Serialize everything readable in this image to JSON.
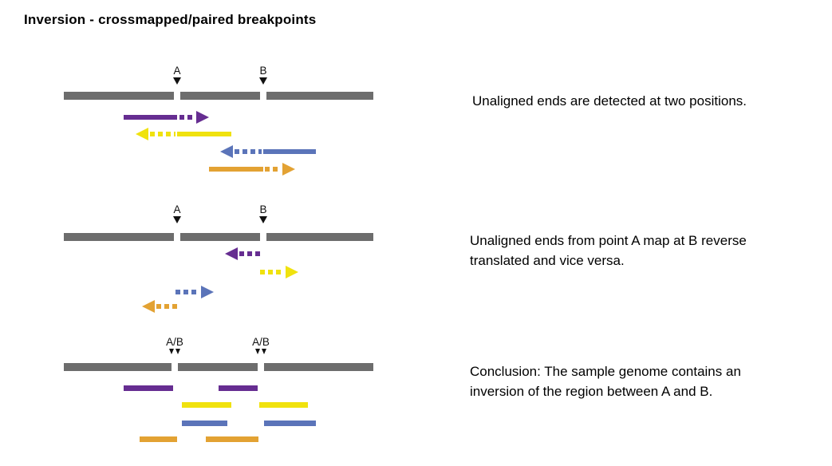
{
  "title": "Inversion - crossmapped/paired breakpoints",
  "colors": {
    "reference_gray": "#6d6d6d",
    "purple": "#662d91",
    "yellow": "#f0e20e",
    "blue": "#5b74b9",
    "orange": "#e3a233",
    "marker": "#111111"
  },
  "panels": [
    {
      "breakpoint_labels": [
        "A",
        "B"
      ],
      "caption": "Unaligned ends are detected at two positions.",
      "reads": [
        {
          "color": "purple",
          "solid_part": "left of A",
          "dashed_arrow": "points right past A"
        },
        {
          "color": "yellow",
          "solid_part": "right of A",
          "dashed_arrow": "points left past A"
        },
        {
          "color": "blue",
          "solid_part": "right of B",
          "dashed_arrow": "points left past B"
        },
        {
          "color": "orange",
          "solid_part": "left of B",
          "dashed_arrow": "points right past B"
        }
      ]
    },
    {
      "breakpoint_labels": [
        "A",
        "B"
      ],
      "caption": "Unaligned ends from point A map at B reverse\ntranslated and vice versa.",
      "reads": [
        {
          "color": "purple",
          "dashed_arrow": "points left, ending at B"
        },
        {
          "color": "yellow",
          "dashed_arrow": "points right, starting at B"
        },
        {
          "color": "blue",
          "dashed_arrow": "points right, starting at A"
        },
        {
          "color": "orange",
          "dashed_arrow": "points left, ending at A"
        }
      ]
    },
    {
      "breakpoint_labels": [
        "A/B",
        "A/B"
      ],
      "caption": "Conclusion: The sample genome contains an\ninversion of the region between A and B.",
      "reads": [
        {
          "color": "purple",
          "segments": "solid bar left of first A/B and solid bar left of second A/B"
        },
        {
          "color": "yellow",
          "segments": "solid bar right of first A/B and solid bar right of second A/B"
        },
        {
          "color": "blue",
          "segments": "solid bar right of first A/B and solid bar right of second A/B"
        },
        {
          "color": "orange",
          "segments": "solid bar left of first A/B and solid bar left of second A/B"
        }
      ]
    }
  ]
}
